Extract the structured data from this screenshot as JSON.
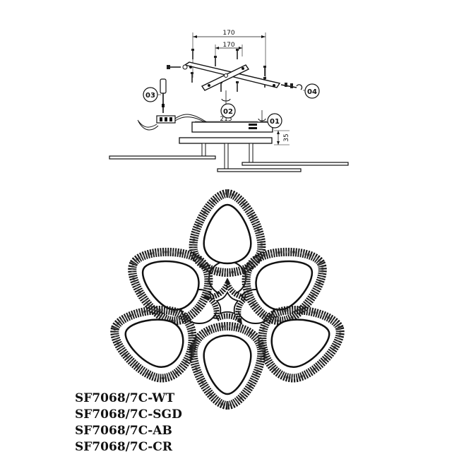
{
  "dimensions": {
    "mount_outer": "170",
    "mount_inner": "170",
    "base_width": "215",
    "height": "35"
  },
  "callouts": [
    {
      "id": "01",
      "label": "01"
    },
    {
      "id": "02",
      "label": "02"
    },
    {
      "id": "03",
      "label": "03"
    },
    {
      "id": "04",
      "label": "04"
    }
  ],
  "models": [
    "SF7068/7C-WT",
    "SF7068/7C-SGD",
    "SF7068/7C-AB",
    "SF7068/7C-CR"
  ]
}
